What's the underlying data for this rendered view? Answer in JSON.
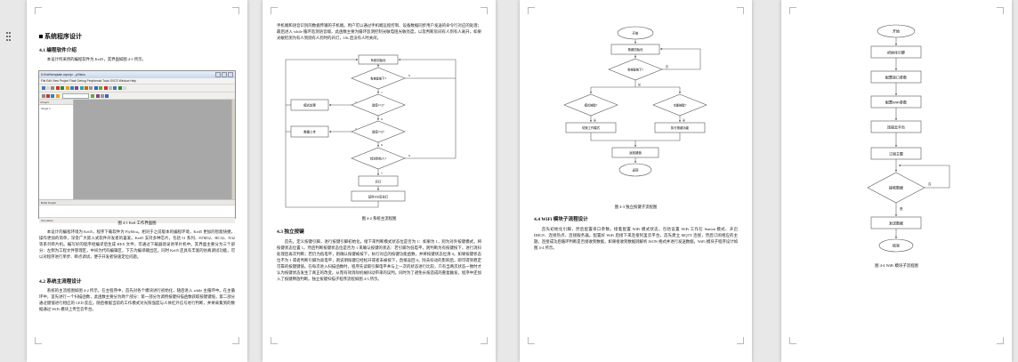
{
  "ui": {
    "background": "#e8e8e8",
    "page_background": "#ffffff",
    "editor_gray": "#a8a8a8"
  },
  "page1": {
    "chapter_title": "系统程序设计",
    "sec41_title": "4.1 编程软件介绍",
    "sec41_intro": "本设计所采用的编程软件为 Keil5，其界面如图 4-1 所示。",
    "keil": {
      "window_title": "D:\\Keil\\template.uvprojx - μVision",
      "menu": "File  Edit  View  Project  Flash  Debug  Peripherals  Tools  SVCS  Window  Help",
      "project_panel_title": "Project",
      "project_item": "Target 1",
      "build_output_title": "Build Output",
      "status_text": "Simulation"
    },
    "fig41_caption": "图 4-1 Keil 工作界面图",
    "sec41_body": "本设计的编程环境为 Keil5，程序下载软件为 FlyMcu。相对于之前版本的编程环境，Keil5 更加的智能快捷，操作更加的简单，深受广大嵌入式软件开发者的喜爱。Keil5 支持多种芯片，包括 51 系列、STM32、HC32、N32 等系列单片机。编写好的程序经编译后生成 HEX 文件，可通过下载器烧录进单片机中。其界面主要分为三个部分：左侧为工程文件管理区，中间为代码编辑区，下方为编译输出区。同时 Keil5 还具有丰富的仿真调试功能，可以对程序进行单步、断点调试，便于开发者快速定位问题。",
    "sec42_title": "4.2 系统主流程设计",
    "sec42_body": "系统的主流程图如图 4-2 所示。在主程序中，首先对各个模块进行初始化，随后进入 while 主循环中。在主循环中，首先进行一个扫描函数，此函数主要分为两个部分：第一部分为调用按键扫描函数获取按键键值，第二部分通过键值进行相应的 LED 反应。随后根据当前的工作模式对光照强度与人体红外信号进行判断，并将采集到的数据通过 WiFi 模块上传至云平台。"
  },
  "page2": {
    "cont_para": "手机端和语音识别的数据传输的子机端。用户可以通过手机端远程控制、设备数据同步用户发送的命令行对应的处理；最后进入 while 循环监测语音端，此函数主要为循环监测控制光敏电阻光敏亮度，以及判断房间有人到有人离开。如果光敏检测为有人到则有人到时的开灯，10s 后没有人时关闭。",
    "flow": {
      "init": "系统初始化",
      "d1": "有按键按下?",
      "d2": "键值==1?",
      "d3": "键值==2?",
      "d4": "检测到有人?",
      "left1": "模式处理",
      "left2": "数据上传",
      "open": "开灯",
      "delay": "延时10s后关灯",
      "yes": "Y",
      "no": "N"
    },
    "fig42_caption": "图 4-2 系统主流程图",
    "sec43_title": "4.3 独立按键",
    "sec43_body": "首先，定义按键引脚，进行按键引脚初始化。接下来判断模式状态位是否为 1：如果为 1，则为对外按键模式，将按键状态位置 1。然后判断按键状态位是否为 1 来确认按键的状态：若引脚为低电平，则判断为有按键按下，进行消抖处理后再次判断；若仍为低电平，则确认按键被按下，执行对应的按键功能函数，并将按键状态位清 0。如果按键状态位不为 1 或者判断引脚为高电平，则说明按键已经松开或者未被按下，直接返回 0。除去抖动的影响后，即可得到稳定可靠的按键键值。在每次进入扫描函数时，程序先读取引脚电平并与上一次的状态进行比较，只有当两次状态一致时才认为按键状态发生了真正的改变，从而有效消除机械抖动带来的误判。同时为了避免长按造成的重复触发，程序中还加入了按键释放判断。独立按键扫描子程序流程如图 4-3 所示。"
  },
  "page3": {
    "flow": {
      "start": "开始",
      "init": "按键初始化",
      "d1": "有按键按下?",
      "dl": "模式按键?",
      "dr": "功能按键?",
      "rl": "切换工作模式",
      "rr": "执行按键功能",
      "ret": "返回键值",
      "end": "返回",
      "yes": "是",
      "no": "否"
    },
    "fig43_caption": "图 4-3 独立按键子流程图",
    "sec44_title": "4.4 WiFi 模块子流程设计",
    "sec44_body": "首先初始化引脚，然后配置串口参数。接着配置 WiFi 模式状态，包括设置 WiFi 工作在 Station 模式、开启 DHCP、连接热点、连接服务器。配置好 WiFi 后接下来连接阿里云平台，首先建立 MQTT 连接，然后订阅相应的主题。连接成功后循环判断是否接收到数据，如果接收到数据则解析 JSON 格式并进行发送数据，WiFi 模块子程序设计如图 4-4 所示。"
  },
  "page4": {
    "flow": {
      "start": "开始",
      "n1": "初始化引脚",
      "n2": "配置串口参数",
      "n3": "配置WiFi参数",
      "n4": "连接云平台",
      "n5": "订阅主题",
      "d1": "接收数据",
      "n6": "发送数据",
      "end": "结束",
      "yes": "是",
      "no": "否"
    },
    "fig44_caption": "图 4-4 WiFi 模块子流程图"
  }
}
